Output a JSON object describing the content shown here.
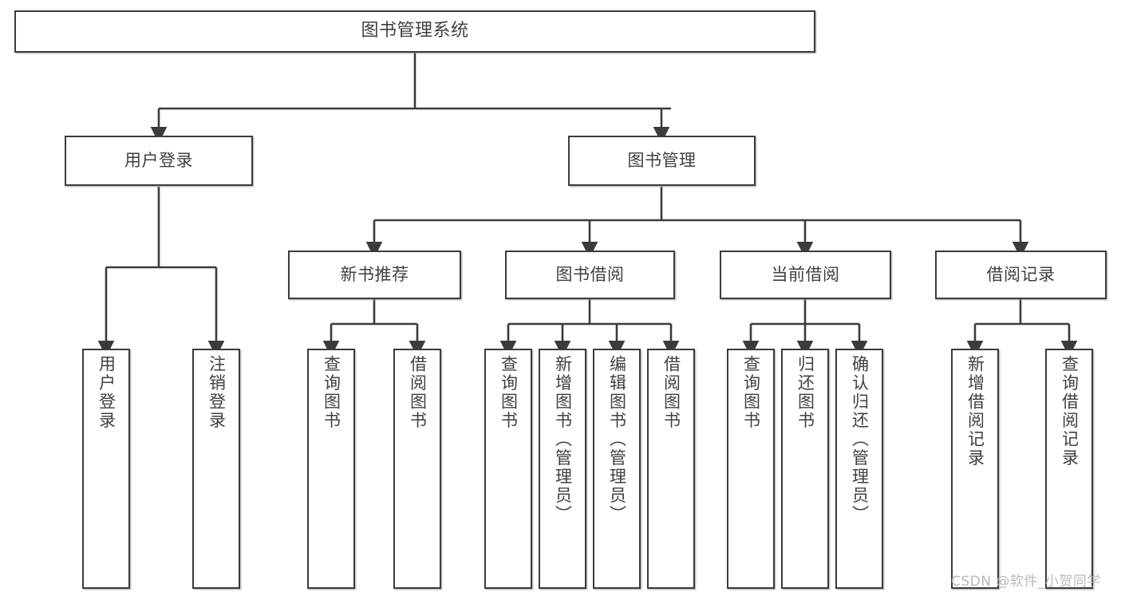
{
  "diagram": {
    "title": "图书管理系统",
    "type": "tree-hierarchy-chart",
    "watermark": "CSDN @软件_小贺同学"
  },
  "nodes": {
    "root": {
      "label": "图书管理系统"
    },
    "level2": [
      {
        "label": "用户登录"
      },
      {
        "label": "图书管理"
      }
    ],
    "level3": [
      {
        "label": "新书推荐"
      },
      {
        "label": "图书借阅"
      },
      {
        "label": "当前借阅"
      },
      {
        "label": "借阅记录"
      }
    ],
    "leaves": {
      "user_login": [
        {
          "label": "用户登录"
        },
        {
          "label": "注销登录"
        }
      ],
      "new_book": [
        {
          "label": "查询图书"
        },
        {
          "label": "借阅图书"
        }
      ],
      "book_borrow": [
        {
          "label": "查询图书"
        },
        {
          "label": "新增图书（管理员）"
        },
        {
          "label": "编辑图书（管理员）"
        },
        {
          "label": "借阅图书"
        }
      ],
      "current_borrow": [
        {
          "label": "查询图书"
        },
        {
          "label": "归还图书"
        },
        {
          "label": "确认归还（管理员）"
        }
      ],
      "borrow_record": [
        {
          "label": "新增借阅记录"
        },
        {
          "label": "查询借阅记录"
        }
      ]
    }
  },
  "colors": {
    "border": "#3b3b3b",
    "text": "#404040",
    "background": "#ffffff",
    "watermark": "#b9b9b9"
  }
}
